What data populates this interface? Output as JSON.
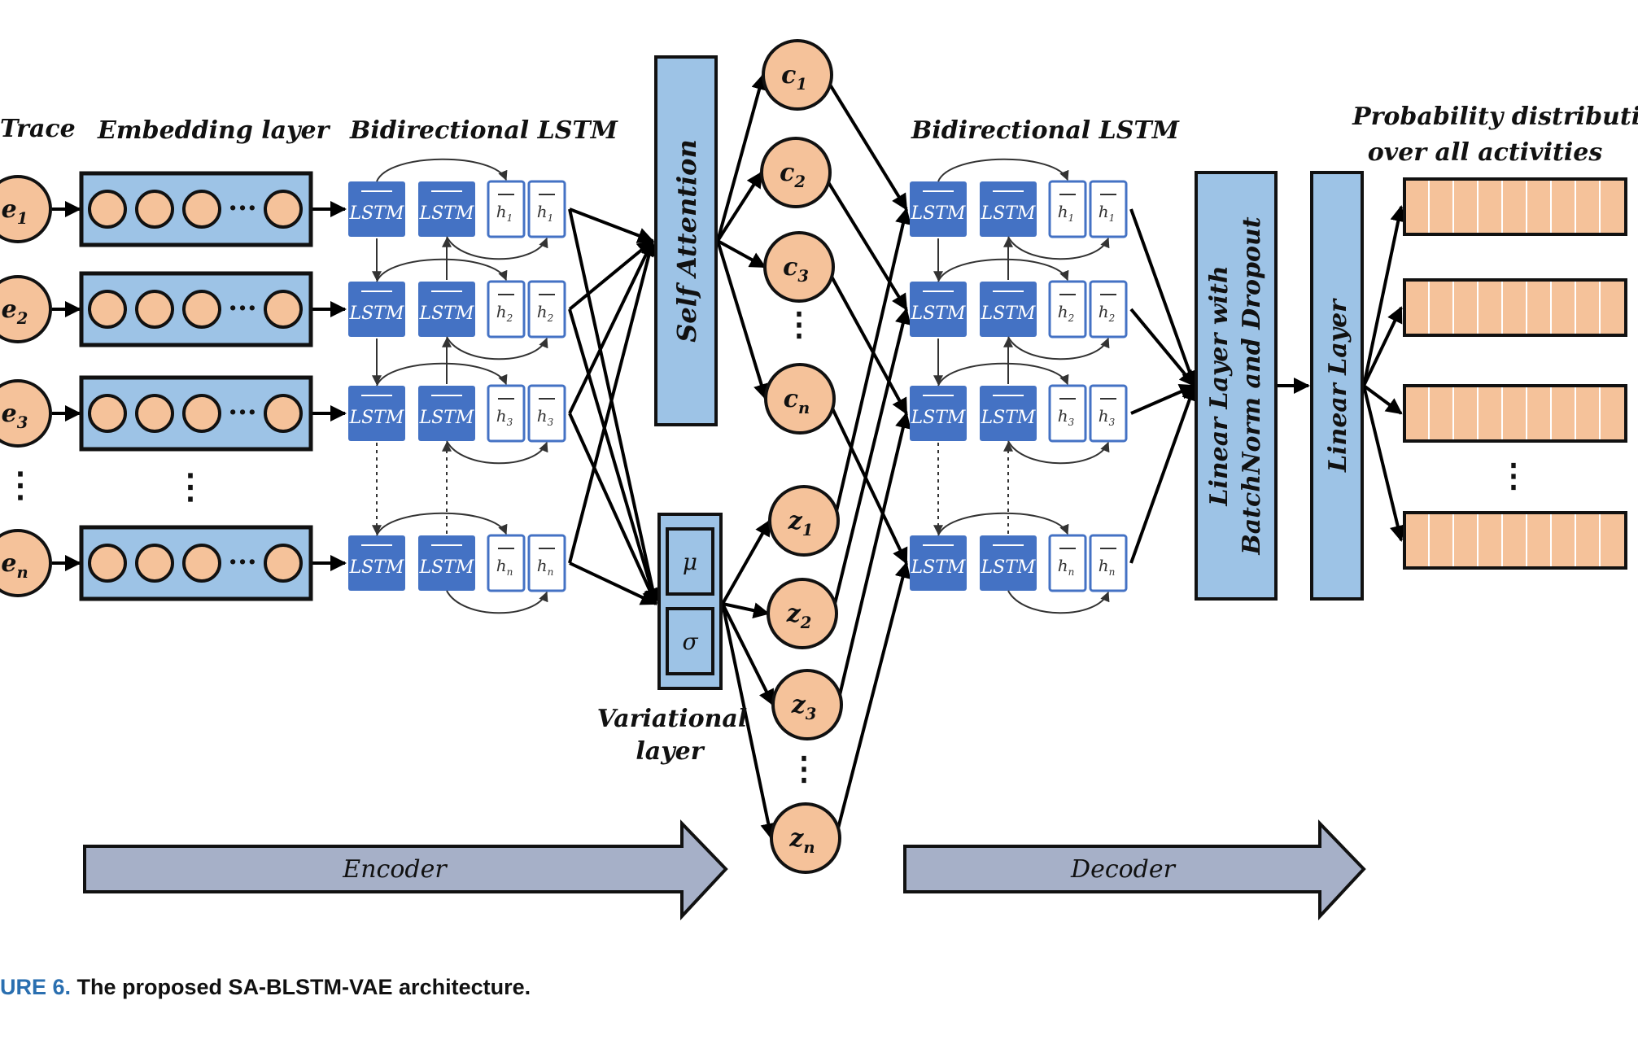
{
  "titles": {
    "trace": "Trace",
    "embedding": "Embedding layer",
    "enc_blstm": "Bidirectional LSTM",
    "dec_blstm": "Bidirectional LSTM",
    "prob_line1": "Probability distribution",
    "prob_line2": "over all activities",
    "variational_line1": "Variational",
    "variational_line2": "layer"
  },
  "self_attention": "Self Attention",
  "linear_bn_line1": "Linear Layer with",
  "linear_bn_line2": "BatchNorm and Dropout",
  "linear_layer": "Linear Layer",
  "lstm_label": "LSTM",
  "mu": "μ",
  "sigma": "σ",
  "ellipsis": "···",
  "vdots": "⋮",
  "trace_events": [
    {
      "base": "e",
      "sub": "1"
    },
    {
      "base": "e",
      "sub": "2"
    },
    {
      "base": "e",
      "sub": "3"
    },
    {
      "base": "e",
      "sub": "n"
    }
  ],
  "context_nodes": [
    {
      "base": "c",
      "sub": "1"
    },
    {
      "base": "c",
      "sub": "2"
    },
    {
      "base": "c",
      "sub": "3"
    },
    {
      "base": "c",
      "sub": "n"
    }
  ],
  "latent_nodes": [
    {
      "base": "z",
      "sub": "1"
    },
    {
      "base": "z",
      "sub": "2"
    },
    {
      "base": "z",
      "sub": "3"
    },
    {
      "base": "z",
      "sub": "n"
    }
  ],
  "hidden_subs": [
    "1",
    "2",
    "3",
    "n"
  ],
  "encoder_label": "Encoder",
  "decoder_label": "Decoder",
  "caption": {
    "fig": "URE 6.",
    "text": "The proposed SA-BLSTM-VAE architecture."
  },
  "colors": {
    "node_fill": "#f5c29a",
    "box_fill": "#9dc3e6",
    "lstm_fill": "#4472c4",
    "arrow_fill": "#a6b0c8",
    "caption_accent": "#2a6fb0"
  }
}
